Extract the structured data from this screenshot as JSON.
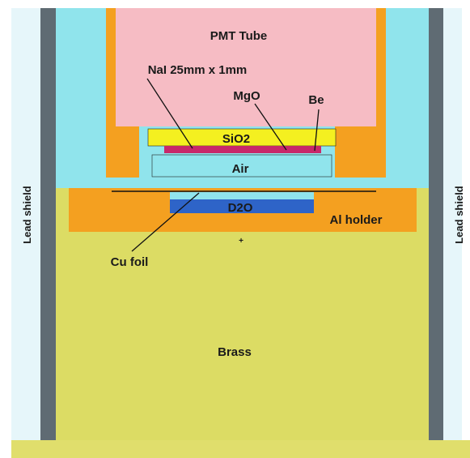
{
  "labels": {
    "pmt_tube": "PMT Tube",
    "nai": "NaI 25mm x 1mm",
    "mgo": "MgO",
    "be": "Be",
    "sio2": "SiO2",
    "air": "Air",
    "d2o": "D2O",
    "al_holder": "Al holder",
    "cu_foil": "Cu foil",
    "brass": "Brass",
    "lead_shield_left": "Lead shield",
    "lead_shield_right": "Lead shield",
    "center_mark": "+"
  },
  "colors": {
    "outer_left": "#e6f6fa",
    "outer_right": "#e6f6fa",
    "lead": "#5f6b73",
    "cyan_region": "#90e4ec",
    "pmt": "#f6bcc4",
    "orange": "#f4a020",
    "sio2": "#f4f020",
    "nai": "#c8286a",
    "air": "#90e4ec",
    "d2o": "#2e64c8",
    "brass": "#dcdc64",
    "floor": "#e0de6c",
    "line": "#111111"
  }
}
